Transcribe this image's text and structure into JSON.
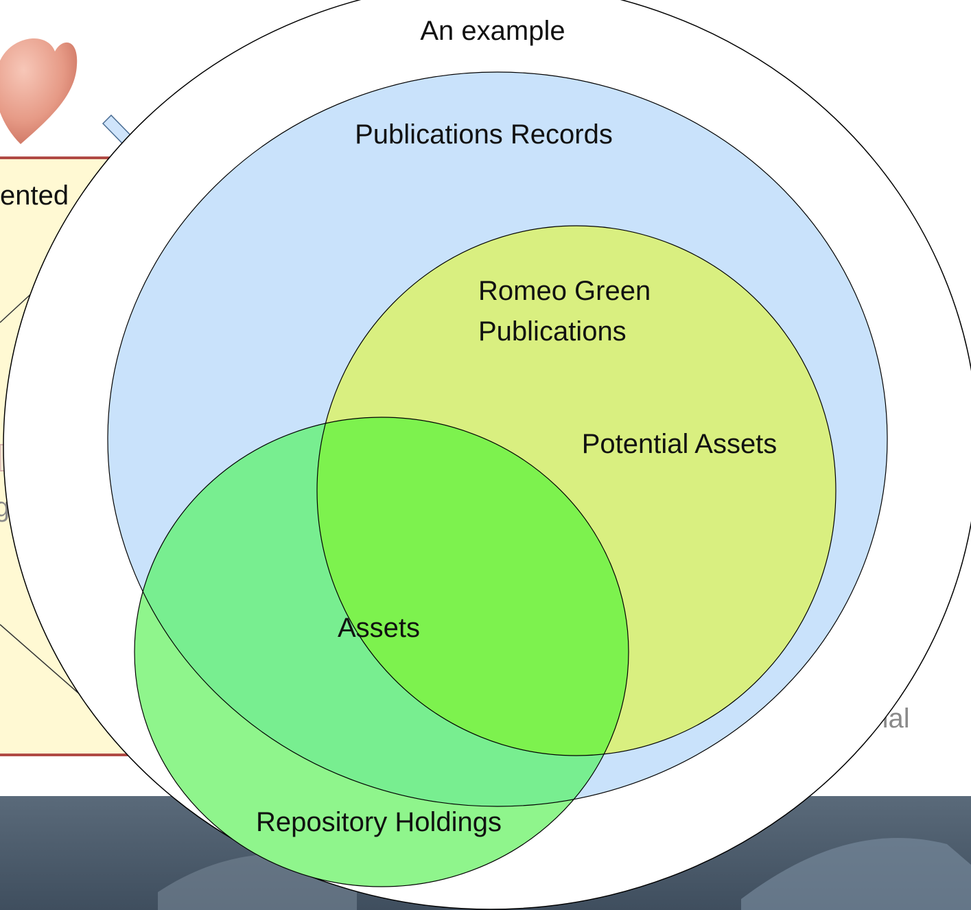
{
  "diagram": {
    "title": "An example",
    "sets": {
      "publications": "Publications Records",
      "romeo_line1": "Romeo Green",
      "romeo_line2": "Publications",
      "potential": "Potential Assets",
      "assets": "Assets",
      "repository": "Repository Holdings"
    },
    "background_fragments": {
      "left_top": "ented",
      "left_mid": "g",
      "right_bottom": "onal"
    }
  },
  "colors": {
    "publications_fill": "#c9e2fb",
    "romeo_fill": "#d9ef80",
    "assets_overlap": "#7df24e",
    "repository_fill": "#8ff58c",
    "repository_over_publications": "#78ee90",
    "note_box_fill": "#fff9d3",
    "note_box_border": "#b04a44",
    "banner": "#4e5d6d",
    "heart": "#e88f7c"
  }
}
